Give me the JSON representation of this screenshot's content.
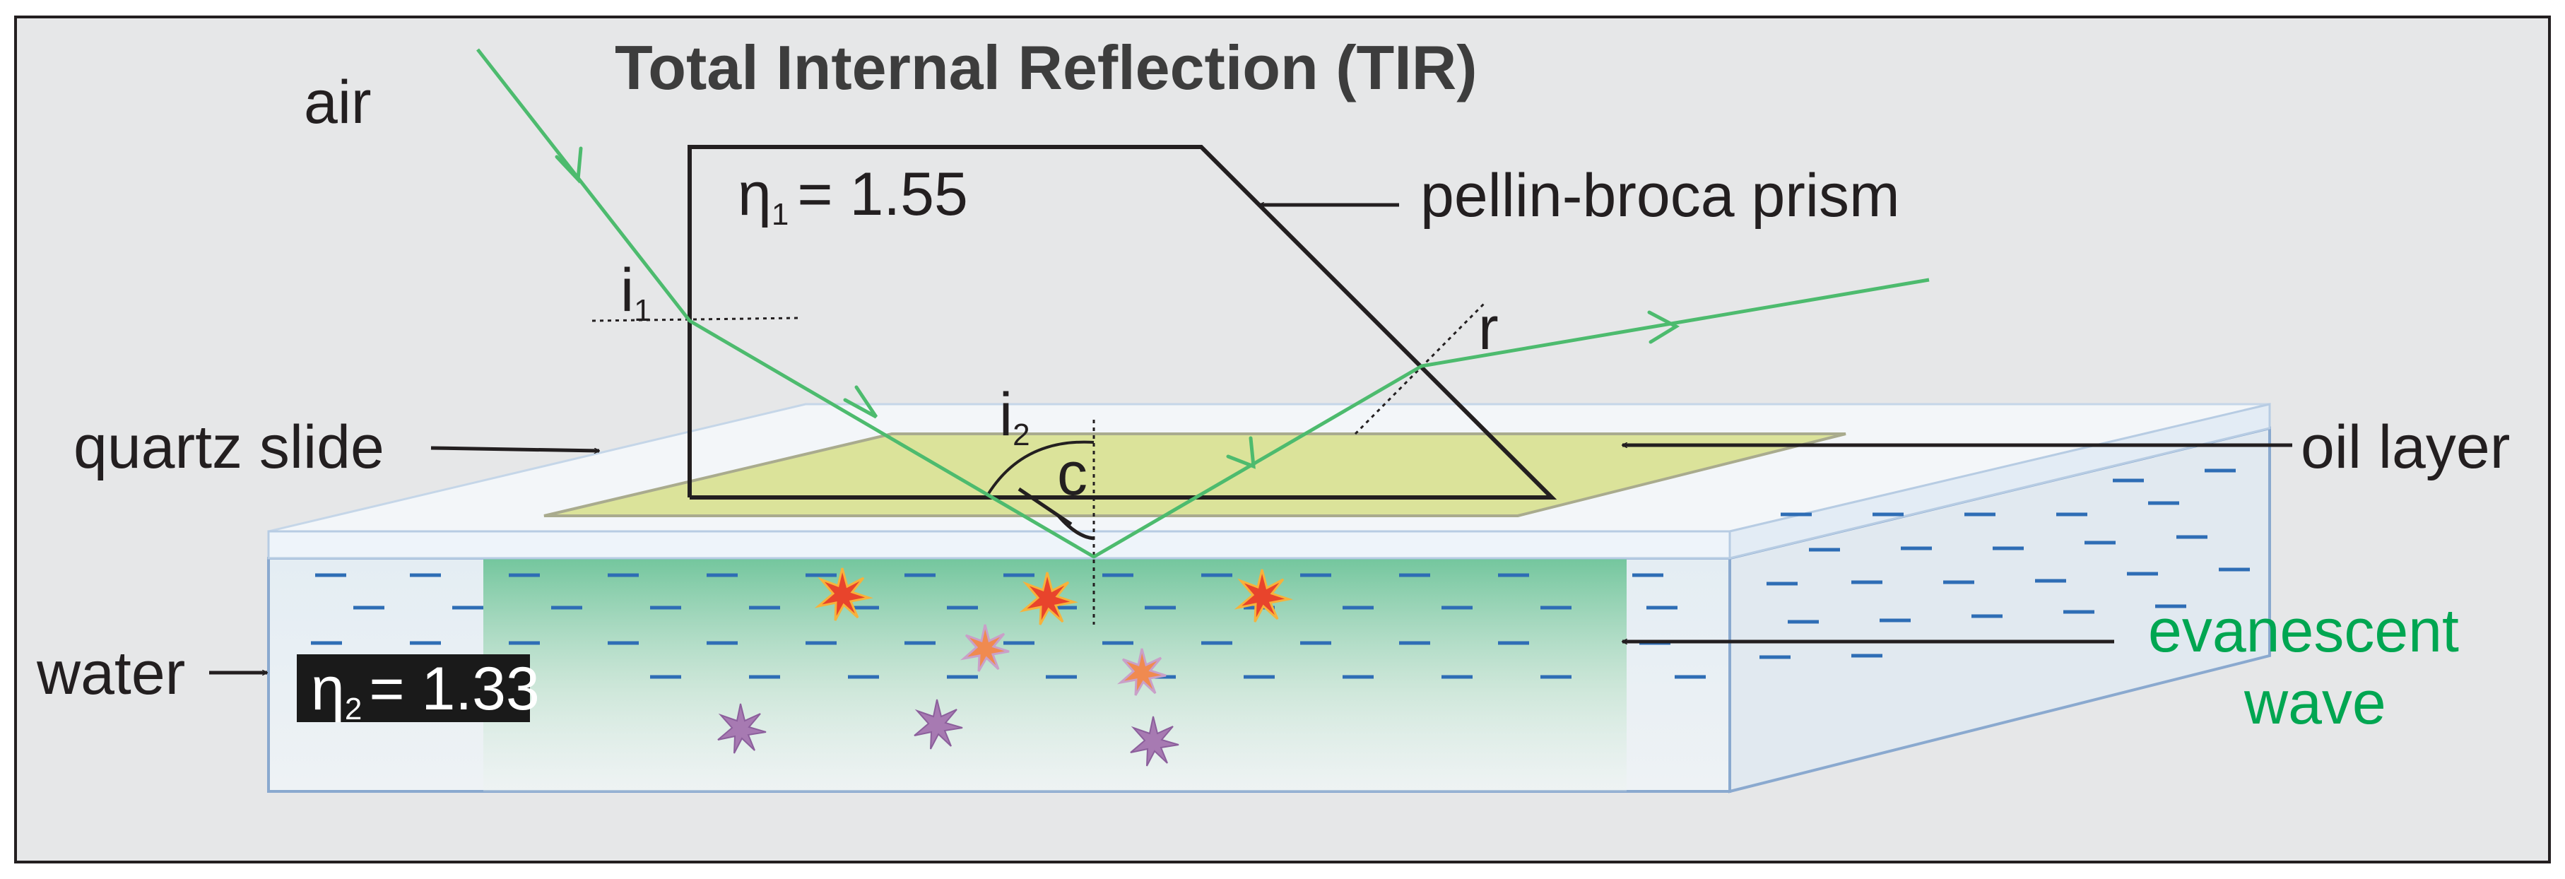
{
  "title": "Total Internal Reflection (TIR)",
  "labels": {
    "air": "air",
    "prism": "pellin-broca prism",
    "quartz": "quartz slide",
    "oil": "oil layer",
    "water": "water",
    "evanescent_line1": "evanescent",
    "evanescent_line2": "wave",
    "i1": "i",
    "i1_sub": "1",
    "i2": "i",
    "i2_sub": "2",
    "c": "c",
    "r": "r"
  },
  "refractive_index": {
    "n1_symbol": "η",
    "n1_sub": "1",
    "n1_value": "= 1.55",
    "n2_symbol": "η",
    "n2_sub": "2",
    "n2_value": "= 1.33"
  },
  "colors": {
    "beam": "#4dbb6e",
    "dash_blue": "#2e6db5",
    "oil": "#dbe39a",
    "evanescent_text": "#00a651",
    "frame_bg": "#e6e7e8",
    "badge_bg": "#1a1a1a"
  }
}
